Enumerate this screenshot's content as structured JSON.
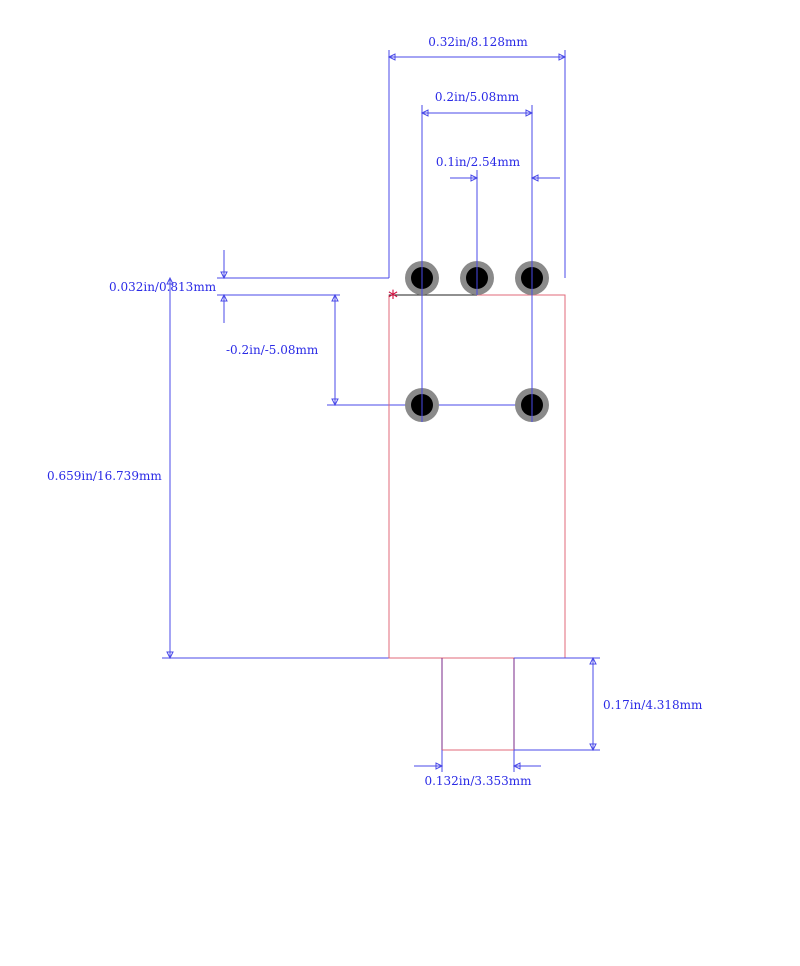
{
  "colors": {
    "dimension": "#2a2ae6",
    "outline": "#e06a7a",
    "lead": "#7a2a8a",
    "pad_ring": "#8a8a8a",
    "pad_core": "#000000",
    "pin1_marker": "#d01040"
  },
  "dimensions": {
    "overall_pitch": "0.32in/8.128mm",
    "pin_span": "0.2in/5.08mm",
    "pin_pitch": "0.1in/2.54mm",
    "body_offset": "0.032in/0.813mm",
    "row_spacing": "-0.2in/-5.08mm",
    "body_length": "0.659in/16.739mm",
    "tab_length": "0.17in/4.318mm",
    "tab_width": "0.132in/3.353mm"
  },
  "pin1_marker": "*"
}
